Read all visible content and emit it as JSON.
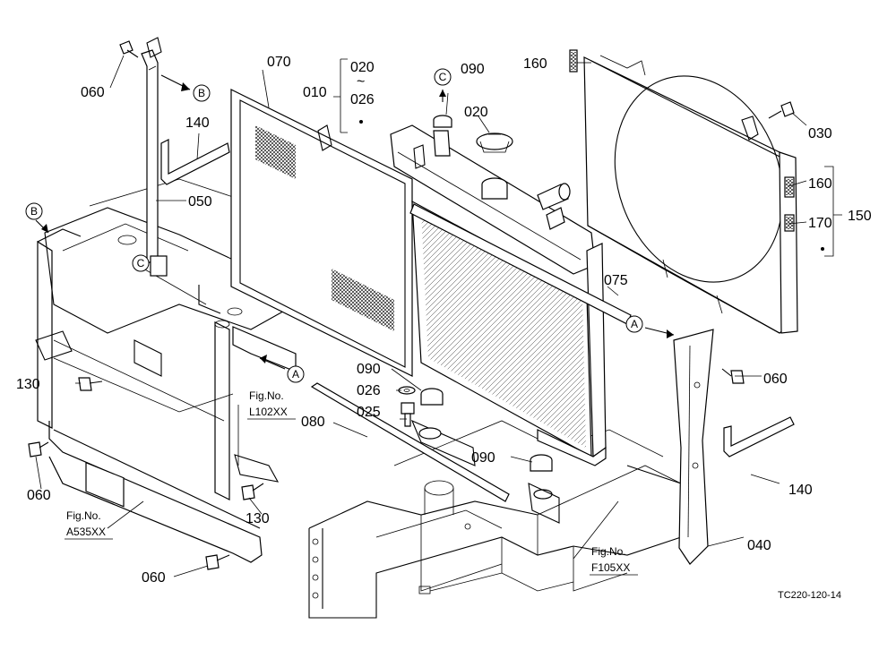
{
  "parts": {
    "p010": "010",
    "p020_range_start": "020",
    "p020_range_tilde": "~",
    "p020_range_end": "026",
    "p020": "020",
    "p025": "025",
    "p026": "026",
    "p030": "030",
    "p040": "040",
    "p050": "050",
    "p060_a": "060",
    "p060_b": "060",
    "p060_c": "060",
    "p060_d": "060",
    "p070": "070",
    "p075": "075",
    "p080": "080",
    "p090_a": "090",
    "p090_b": "090",
    "p090_c": "090",
    "p130_a": "130",
    "p130_b": "130",
    "p140_a": "140",
    "p140_b": "140",
    "p150": "150",
    "p160_a": "160",
    "p160_b": "160",
    "p170": "170"
  },
  "markers": {
    "a1": "A",
    "a2": "A",
    "b1": "B",
    "b2": "B",
    "c1": "C",
    "c2": "C"
  },
  "figure_refs": {
    "ref1_label": "Fig.No.",
    "ref1_code": "L102XX",
    "ref2_label": "Fig.No.",
    "ref2_code": "A535XX",
    "ref3_label": "Fig.No.",
    "ref3_code": "F105XX"
  },
  "drawing_code": "TC220-120-14"
}
